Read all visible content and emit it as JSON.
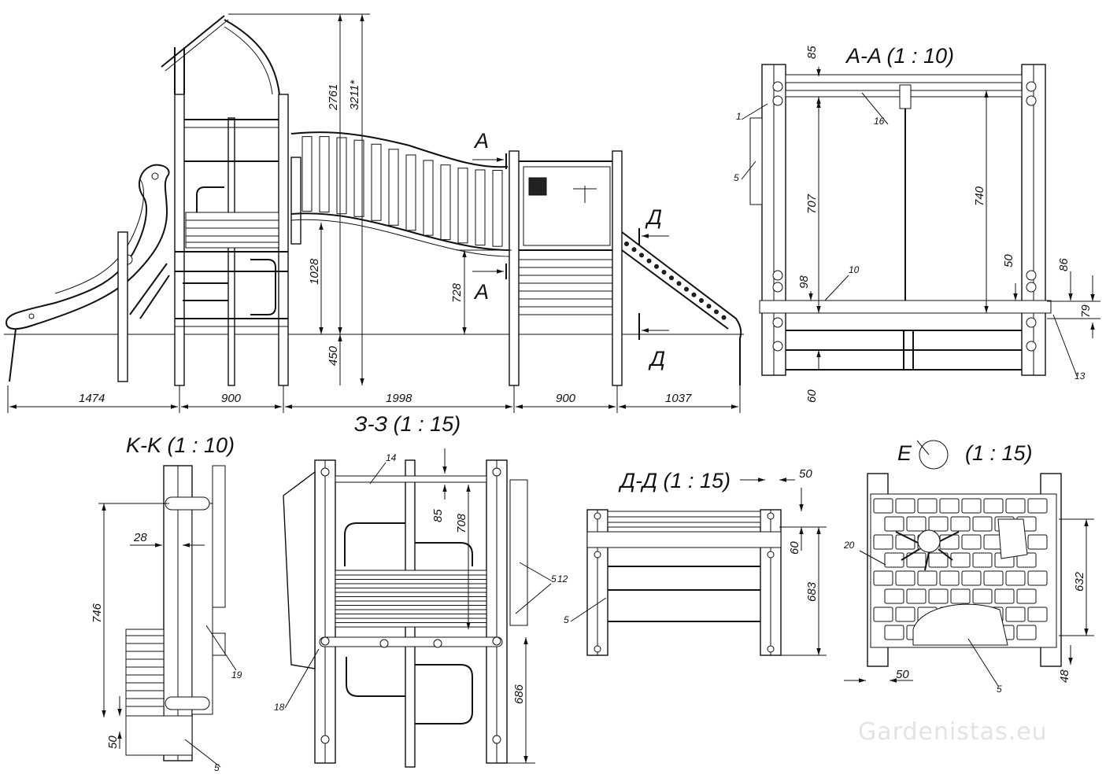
{
  "titles": {
    "aa": "A-A (1 : 10)",
    "kk": "K-K (1 : 10)",
    "zz": "З-З (1 : 15)",
    "dd": "Д-Д (1 : 15)",
    "e_letter": "E",
    "e_scale": "(1 : 15)"
  },
  "section_marks": {
    "a": "A",
    "d": "Д"
  },
  "main_view": {
    "bottom_dims": [
      "1474",
      "900",
      "1998",
      "900",
      "1037"
    ],
    "vertical_dims": [
      "2761",
      "3211*",
      "1028",
      "450",
      "728"
    ]
  },
  "aa_view": {
    "dims": [
      "85",
      "707",
      "740",
      "98",
      "50",
      "86",
      "79",
      "60"
    ],
    "labels": [
      "1",
      "5",
      "16",
      "10",
      "13"
    ]
  },
  "kk_view": {
    "dims": [
      "746",
      "28",
      "50"
    ],
    "labels": [
      "19",
      "5"
    ]
  },
  "zz_view": {
    "dims": [
      "85",
      "708",
      "686"
    ],
    "labels": [
      "14",
      "5",
      "12",
      "18"
    ]
  },
  "dd_view": {
    "dims": [
      "50",
      "60",
      "683"
    ],
    "labels": [
      "5"
    ]
  },
  "e_view": {
    "dims": [
      "632",
      "50",
      "48"
    ],
    "labels": [
      "20",
      "5"
    ]
  },
  "watermark": "Gardenistas.eu"
}
